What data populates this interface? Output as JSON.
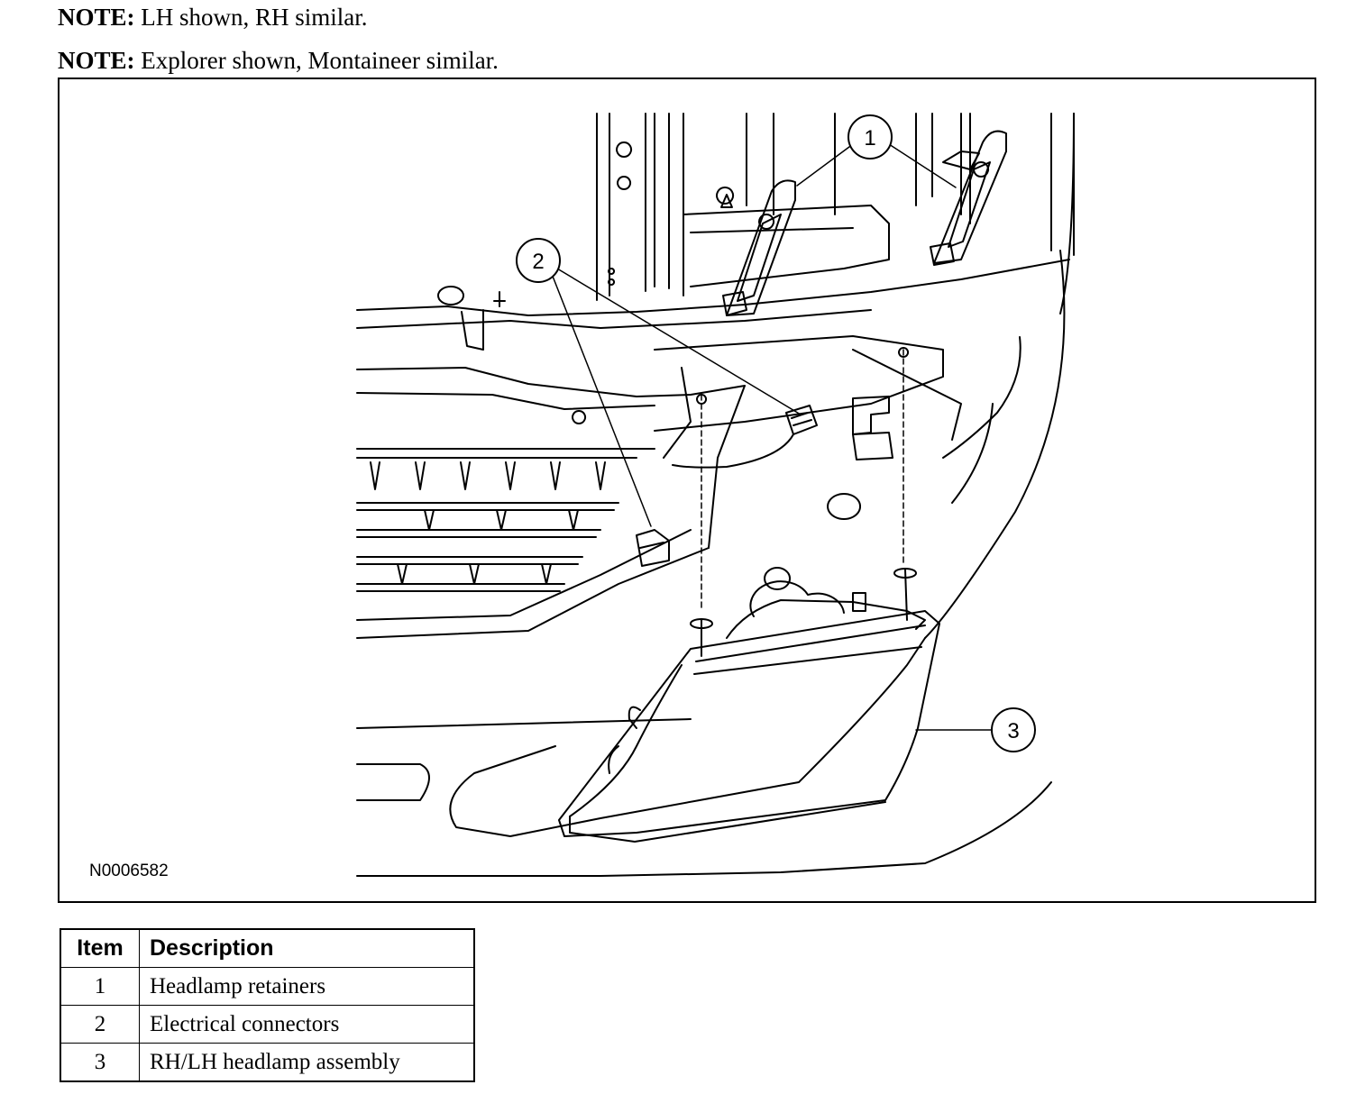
{
  "notes": [
    {
      "label": "NOTE:",
      "text": "LH shown, RH similar."
    },
    {
      "label": "NOTE:",
      "text": "Explorer shown, Montaineer similar."
    }
  ],
  "figure": {
    "figure_id": "N0006582",
    "callouts": [
      "1",
      "2",
      "3"
    ]
  },
  "legend": {
    "headers": {
      "item": "Item",
      "description": "Description"
    },
    "rows": [
      {
        "item": "1",
        "description": "Headlamp retainers"
      },
      {
        "item": "2",
        "description": "Electrical connectors"
      },
      {
        "item": "3",
        "description": "RH/LH headlamp assembly"
      }
    ]
  }
}
